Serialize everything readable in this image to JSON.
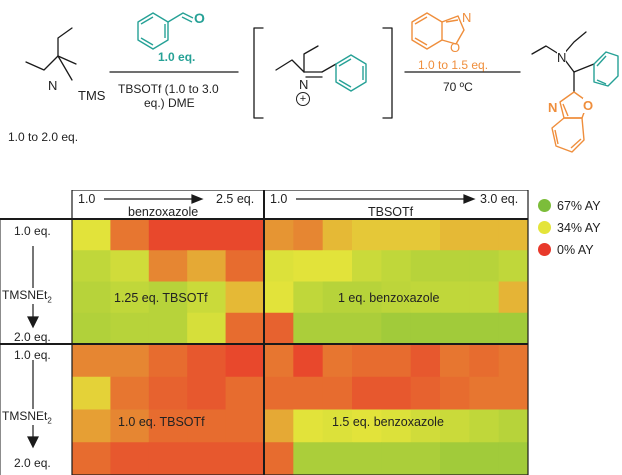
{
  "scheme": {
    "amine_label": "TMS",
    "amine_eq": "1.0 to 2.0 eq.",
    "aldehyde_atom": "O",
    "aldehyde_eq": "1.0 eq.",
    "step1_condition_1": "TBSOTf (1.0 to 3.0",
    "step1_condition_2": "eq.) DME",
    "iminium_atom": "N",
    "iminium_charge": "+",
    "benzoxazole_n": "N",
    "benzoxazole_o": "O",
    "benzoxazole_eq": "1.0 to 1.5 eq.",
    "step2_condition": "70 ºC",
    "product_n": "N",
    "product_bzx_n": "N",
    "product_bzx_o": "O"
  },
  "header": {
    "left_start": "1.0",
    "left_end": "2.5 eq.",
    "left_axis": "benzoxazole",
    "right_start": "1.0",
    "right_end": "3.0 eq.",
    "right_axis": "TBSOTf"
  },
  "row_labels": {
    "top_start": "1.0 eq.",
    "top_mid": "TMSNEt",
    "top_mid_sub": "2",
    "top_end": "2.0 eq.",
    "bottom_start": "1.0 eq.",
    "bottom_mid": "TMSNEt",
    "bottom_mid_sub": "2",
    "bottom_end": "2.0 eq."
  },
  "panel_labels": {
    "top_left": "1.25 eq. TBSOTf",
    "top_right": "1 eq. benzoxazole",
    "bottom_left": "1.0 eq. TBSOTf",
    "bottom_right": "1.5 eq. benzoxazole"
  },
  "legend": [
    {
      "label": "67% AY",
      "color": "#7cbd3a"
    },
    {
      "label": "34% AY",
      "color": "#e4e43a"
    },
    {
      "label": "0% AY",
      "color": "#e8392b"
    }
  ],
  "chart_data": {
    "type": "heatmap",
    "color_scale": {
      "low": "#e8392b",
      "mid": "#e4e43a",
      "high": "#7cbd3a",
      "min": 0,
      "max": 67
    },
    "panels": [
      {
        "id": "top_left",
        "label": "1.25 eq. TBSOTf",
        "values": [
          [
            34,
            12,
            3,
            3,
            3
          ],
          [
            45,
            40,
            15,
            22,
            10
          ],
          [
            48,
            45,
            48,
            42,
            25
          ],
          [
            50,
            48,
            48,
            38,
            10
          ]
        ]
      },
      {
        "id": "top_right",
        "label": "1 eq. benzoxazole",
        "values": [
          [
            18,
            15,
            25,
            28,
            28,
            28,
            25,
            25,
            25
          ],
          [
            36,
            34,
            34,
            42,
            45,
            48,
            48,
            48,
            45
          ],
          [
            34,
            45,
            48,
            48,
            46,
            45,
            45,
            45,
            24
          ],
          [
            8,
            52,
            52,
            52,
            55,
            55,
            55,
            55,
            55
          ]
        ]
      },
      {
        "id": "bottom_left",
        "label": "1.0 eq. TBSOTf",
        "values": [
          [
            15,
            15,
            10,
            6,
            3
          ],
          [
            30,
            12,
            8,
            6,
            10
          ],
          [
            20,
            15,
            10,
            10,
            10
          ],
          [
            10,
            6,
            6,
            6,
            6
          ]
        ]
      },
      {
        "id": "bottom_right",
        "label": "1.5 eq. benzoxazole",
        "values": [
          [
            12,
            3,
            12,
            10,
            10,
            6,
            12,
            10,
            12
          ],
          [
            10,
            10,
            10,
            6,
            6,
            8,
            10,
            12,
            12
          ],
          [
            22,
            34,
            36,
            34,
            36,
            40,
            42,
            45,
            48
          ],
          [
            10,
            52,
            52,
            52,
            52,
            52,
            55,
            55,
            55
          ]
        ]
      }
    ]
  }
}
